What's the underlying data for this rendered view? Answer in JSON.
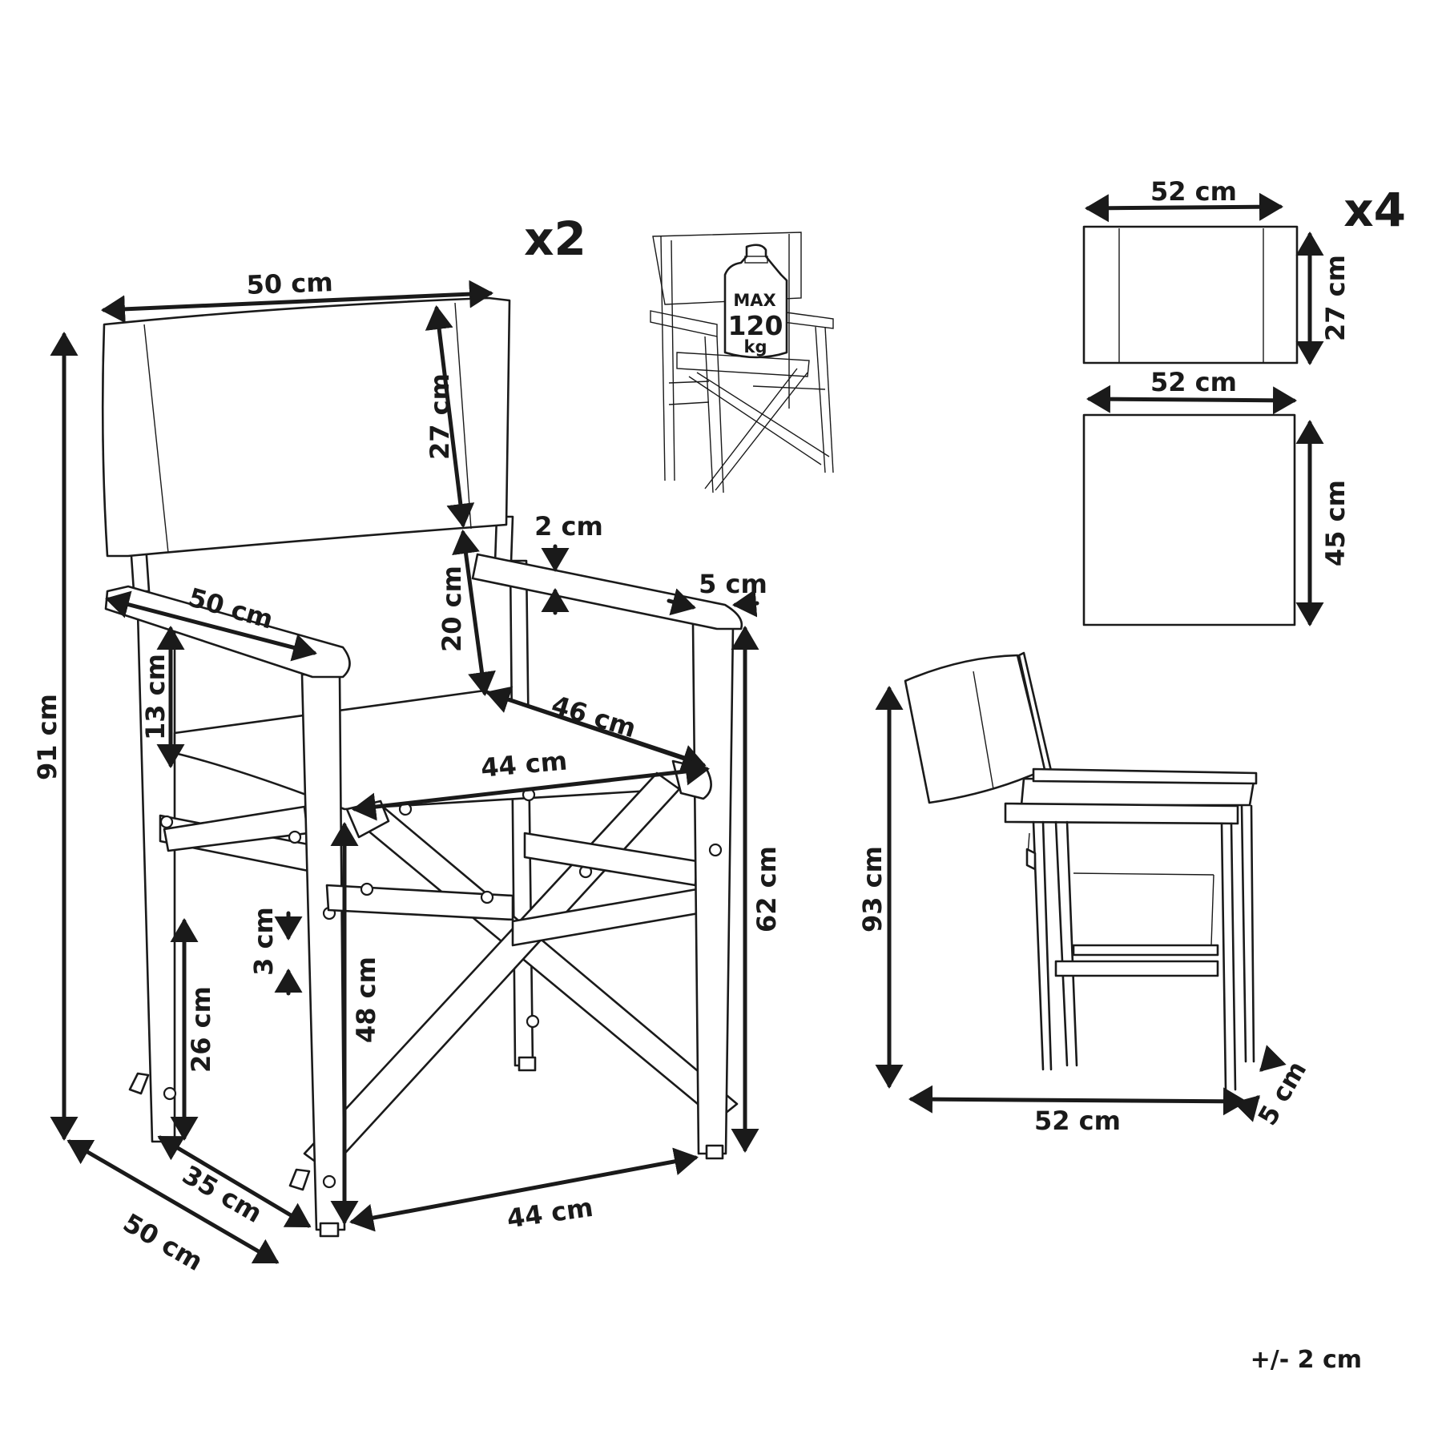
{
  "counts": {
    "chair_count": "x2",
    "fabric_count": "x4"
  },
  "badge": {
    "max_label": "MAX",
    "weight_value": "120",
    "weight_unit": "kg"
  },
  "chair_dimensions": {
    "backrest_width": "50 cm",
    "backrest_height": "27 cm",
    "armrest_length": "50 cm",
    "armrest_thickness": "2 cm",
    "armrest_width": "5 cm",
    "back_gap_height": "20 cm",
    "arm_above_seat": "13 cm",
    "seat_depth": "46 cm",
    "seat_width": "44 cm",
    "total_height": "91 cm",
    "arm_height": "62 cm",
    "seat_height": "48 cm",
    "stretcher_thickness": "3 cm",
    "stretcher_height": "26 cm",
    "inner_depth": "35 cm",
    "overall_depth": "50 cm",
    "base_width": "44 cm"
  },
  "fabric_dimensions": {
    "back_width": "52 cm",
    "back_height": "27 cm",
    "seat_width": "52 cm",
    "seat_height": "45 cm"
  },
  "folded_dimensions": {
    "height": "93 cm",
    "width": "52 cm",
    "thickness": "5 cm"
  },
  "tolerance": "+/- 2 cm"
}
